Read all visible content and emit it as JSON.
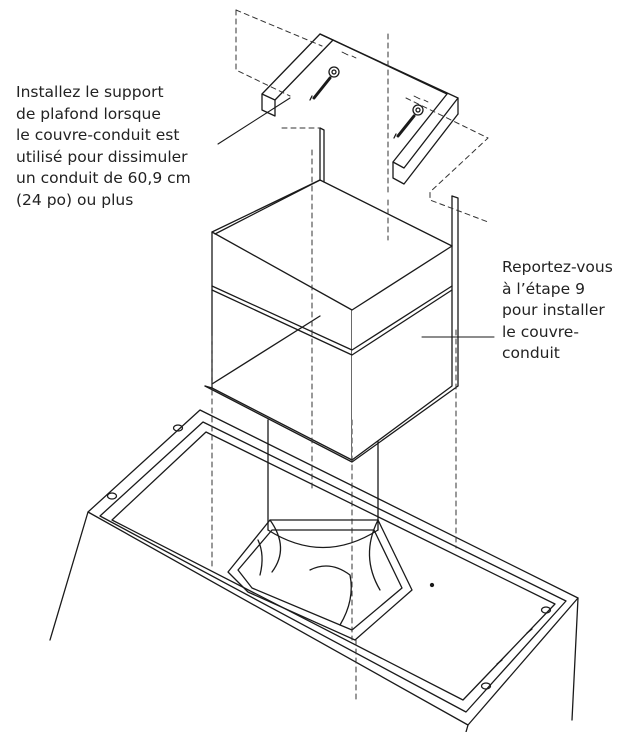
{
  "callouts": {
    "ceiling_support": [
      "Installez le support",
      "de plafond lorsque",
      "le couvre-conduit est",
      "utilisé pour dissimuler",
      "un conduit de 60,9 cm",
      "(24 po) ou plus"
    ],
    "duct_cover_step": [
      "Reportez-vous",
      "à l’étape 9",
      "pour installer",
      "le couvre-",
      "conduit"
    ]
  },
  "colors": {
    "line": "#1a1a1a",
    "dashed": "#333333",
    "background": "#ffffff"
  },
  "icons": [
    "screw-icon",
    "screw-icon"
  ]
}
